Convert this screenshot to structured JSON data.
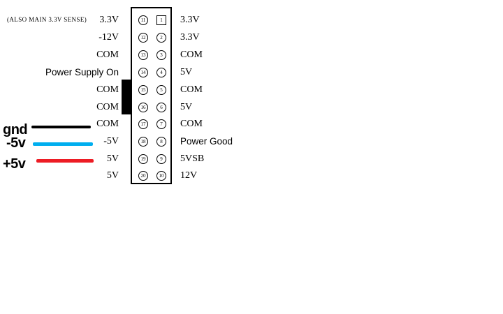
{
  "note": "(ALSO MAIN 3.3V SENSE)",
  "connector": {
    "rows": [
      {
        "left_label": "3.3V",
        "left_pin": "11",
        "right_pin": "1",
        "right_label": "3.3V"
      },
      {
        "left_label": "-12V",
        "left_pin": "12",
        "right_pin": "2",
        "right_label": "3.3V"
      },
      {
        "left_label": "COM",
        "left_pin": "13",
        "right_pin": "3",
        "right_label": "COM"
      },
      {
        "left_label": "Power Supply On",
        "left_pin": "14",
        "right_pin": "4",
        "right_label": "5V"
      },
      {
        "left_label": "COM",
        "left_pin": "15",
        "right_pin": "5",
        "right_label": "COM"
      },
      {
        "left_label": "COM",
        "left_pin": "16",
        "right_pin": "6",
        "right_label": "5V"
      },
      {
        "left_label": "COM",
        "left_pin": "17",
        "right_pin": "7",
        "right_label": "COM"
      },
      {
        "left_label": "-5V",
        "left_pin": "18",
        "right_pin": "8",
        "right_label": "Power Good"
      },
      {
        "left_label": "5V",
        "left_pin": "19",
        "right_pin": "9",
        "right_label": "5VSB"
      },
      {
        "left_label": "5V",
        "left_pin": "20",
        "right_pin": "10",
        "right_label": "12V"
      }
    ]
  },
  "legend": {
    "items": [
      {
        "label": "gnd",
        "line_color": "#000000",
        "points_to": "COM"
      },
      {
        "label": "-5v",
        "line_color": "#00AEEF",
        "points_to": "-5V"
      },
      {
        "label": "+5v",
        "line_color": "#ED1C24",
        "points_to": "5V"
      }
    ]
  }
}
